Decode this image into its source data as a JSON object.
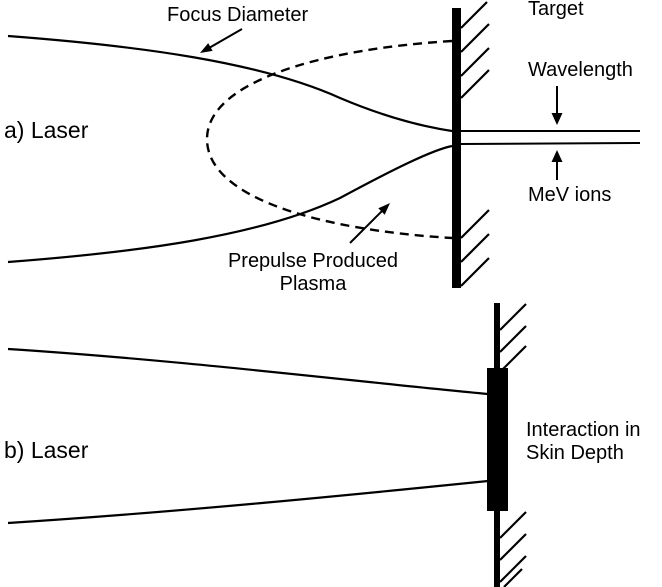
{
  "diagram": {
    "background_color": "#ffffff",
    "ink_color": "#000000",
    "panel_a": {
      "label": "a) Laser",
      "focus_diameter_label": "Focus Diameter",
      "target_label": "Target",
      "wavelength_label": "Wavelength",
      "mev_ions_label": "MeV ions",
      "prepulse_plasma_label": "Prepulse Produced\nPlasma"
    },
    "panel_b": {
      "label": "b) Laser",
      "interaction_label": "Interaction in\nSkin Depth"
    }
  }
}
